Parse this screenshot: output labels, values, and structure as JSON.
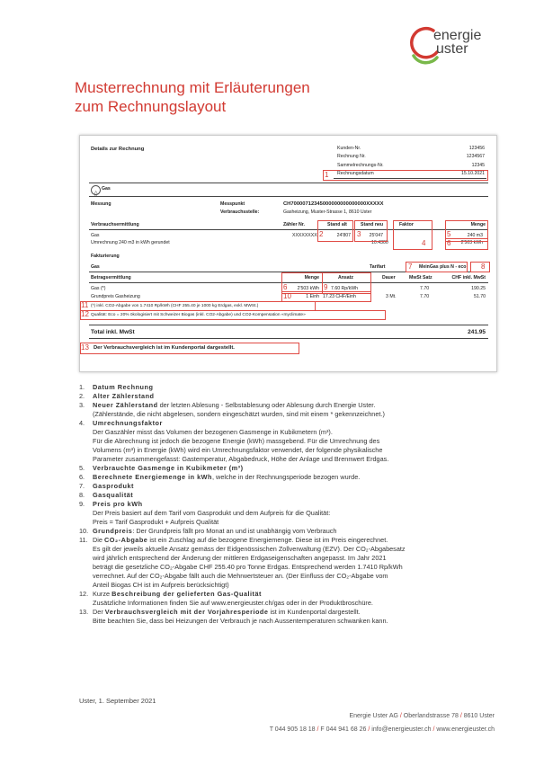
{
  "logo": {
    "line1": "energie",
    "line2": "uster"
  },
  "title": {
    "line1": "Musterrechnung mit Erläuterungen",
    "line2": "zum Rechnungslayout"
  },
  "invoice": {
    "details_label": "Details zur Rechnung",
    "meta": [
      {
        "label": "Kunden-Nr.",
        "value": "123456"
      },
      {
        "label": "Rechnung Nr.",
        "value": "1234567"
      },
      {
        "label": "Sammelrechnungs-Nr.",
        "value": "12345"
      },
      {
        "label": "Rechnungsdatum",
        "value": "15.10.2021"
      }
    ],
    "section": "Gas",
    "messung": {
      "label": "Messung",
      "messpunkt_label": "Messpunkt",
      "messpunkt_value": "CH70000712345000000000000000XXXXX",
      "verbrauch_label": "Verbrauchsstelle:",
      "verbrauch_value": "Gasheizung, Muster-Strasse 1, 8610 Uster"
    },
    "vheader": {
      "c1": "Verbrauchsermittlung",
      "c2": "Zähler Nr.",
      "c3": "Stand alt",
      "c4": "Stand neu",
      "c5": "Faktor",
      "c6": "Menge"
    },
    "vrow1": {
      "c1": "Gas",
      "c2": "XXXXXXXX",
      "c3": "24'807",
      "c4": "25'047",
      "c6": "240 m3"
    },
    "vrow2": {
      "c1": "Umrechnung 240 m3 in kWh gerundet",
      "c5": "10.4300",
      "c6": "2'503 kWh"
    },
    "fakt_label": "Fakturierung",
    "gas_label": "Gas",
    "tarif_label": "Tarifart",
    "tarif_value": "MeinGas plus N - eco",
    "fheader": {
      "c1": "Betragsermittlung",
      "c2": "Menge",
      "c3": "Ansatz",
      "c4": "Dauer",
      "c5": "MwSt Satz",
      "c6": "CHF inkl. MwSt"
    },
    "frow1": {
      "c1": "Gas (*)",
      "c2": "2'503 kWh",
      "c3": "7.60 Rp/kWh",
      "c5": "7.70",
      "c6": "190.25"
    },
    "frow2": {
      "c1": "Grundpreis Gasheizung",
      "c2": "1 Einh",
      "c3": "17.23 CHF/Einh",
      "c4": "3 Mt.",
      "c5": "7.70",
      "c6": "51.70"
    },
    "note1": "(*) inkl. CO2-Abgabe von 1.7410 Rp/kWh (CHF 255.40 je 1000 kg Erdgas, exkl. MWSt.)",
    "note2": "Qualität: Eco = 20% ökologisiert mit Schweizer Biogas (inkl. CO2-Abgabe) und CO2-Kompensation «myclimate»",
    "total_label": "Total inkl. MwSt",
    "total_value": "241.95",
    "vergleich": "Der Verbrauchsvergleich ist im Kundenportal dargestellt."
  },
  "markers": [
    "1",
    "2",
    "3",
    "4",
    "5",
    "6",
    "7",
    "8",
    "6",
    "9",
    "10",
    "11",
    "12",
    "13"
  ],
  "items": [
    {
      "n": "1.",
      "h": "Datum Rechnung",
      "t": "",
      "sub": []
    },
    {
      "n": "2.",
      "h": "Alter Zählerstand",
      "t": "",
      "sub": []
    },
    {
      "n": "3.",
      "h": "Neuer Zählerstand",
      "t": " der letzten Ablesung - Selbstablesung oder Ablesung durch Energie Uster.",
      "sub": [
        "(Zählerstände, die nicht abgelesen, sondern eingeschätzt wurden, sind mit einem * gekennzeichnet.)"
      ]
    },
    {
      "n": "4.",
      "h": "Umrechnungsfaktor",
      "t": "",
      "sub": [
        "Der Gaszähler misst das Volumen der bezogenen Gasmenge in Kubikmetern (m³).",
        "Für die Abrechnung ist jedoch die bezogene Energie (kWh) massgebend. Für die Umrechnung des",
        "Volumens (m³) in Energie (kWh) wird ein Umrechnungsfaktor verwendet, der folgende physikalische",
        "Parameter zusammengefasst: Gastemperatur, Abgabedruck, Höhe der Anlage und Brennwert Erdgas."
      ]
    },
    {
      "n": "5.",
      "h": "Verbrauchte Gasmenge in Kubikmeter (m³)",
      "t": "",
      "sub": []
    },
    {
      "n": "6.",
      "h": "Berechnete Energiemenge in kWh",
      "t": ", welche in der Rechnungsperiode bezogen wurde.",
      "sub": []
    },
    {
      "n": "7.",
      "h": "Gasprodukt",
      "t": "",
      "sub": []
    },
    {
      "n": "8.",
      "h": "Gasqualität",
      "t": "",
      "sub": []
    },
    {
      "n": "9.",
      "h": "Preis pro kWh",
      "t": "",
      "sub": [
        "Der Preis basiert auf dem Tarif vom Gasprodukt und dem Aufpreis für die Qualität:",
        "Preis = Tarif Gasprodukt + Aufpreis Qualität"
      ]
    },
    {
      "n": "10.",
      "h": "Grundpreis",
      "t": ": Der Grundpreis fällt pro Monat an und ist unabhängig vom Verbrauch",
      "sub": []
    },
    {
      "n": "11.",
      "pre": "Die ",
      "h": "CO₂-Abgabe",
      "t": " ist ein Zuschlag auf die bezogene Energiemenge. Diese ist im Preis eingerechnet.",
      "sub": [
        "Es gilt der jeweils aktuelle Ansatz gemäss der Eidgenössischen Zollverwaltung (EZV). Der CO₂-Abgabesatz",
        "wird jährlich entsprechend der Änderung der mittleren Erdgaseigenschaften angepasst. Im Jahr 2021",
        "beträgt die gesetzliche CO₂-Abgabe CHF 255.40 pro Tonne Erdgas. Entsprechend werden 1.7410 Rp/kWh",
        "verrechnet. Auf der CO₂-Abgabe fällt auch die Mehrwertsteuer an. (Der Einfluss der CO₂-Abgabe vom",
        "Anteil Biogas CH ist im Aufpreis berücksichtigt)"
      ]
    },
    {
      "n": "12.",
      "pre": "Kurze ",
      "h": "Beschreibung der gelieferten Gas-Qualität",
      "t": "",
      "sub": [
        "Zusätzliche Informationen finden Sie auf www.energieuster.ch/gas oder in der Produktbroschüre."
      ]
    },
    {
      "n": "13.",
      "pre": "Der ",
      "h": "Verbrauchsvergleich mit der Vorjahresperiode",
      "t": " ist im Kundenportal dargestellt.",
      "sub": [
        "Bitte beachten Sie, dass bei Heizungen der Verbrauch je nach Aussentemperaturen schwanken kann."
      ]
    }
  ],
  "date": "Uster, 1. September 2021",
  "footer": {
    "l1a": "Energie Uster AG",
    "l1b": "Oberlandstrasse 78",
    "l1c": "8610 Uster",
    "l2a": "T 044 905 18 18",
    "l2b": "F 044 941 68 26",
    "l2c": "info@energieuster.ch",
    "l2d": "www.energieuster.ch",
    "sep": "/"
  },
  "colors": {
    "accent": "#d23a32",
    "logo_green": "#79b84a",
    "logo_red": "#d23a32"
  }
}
